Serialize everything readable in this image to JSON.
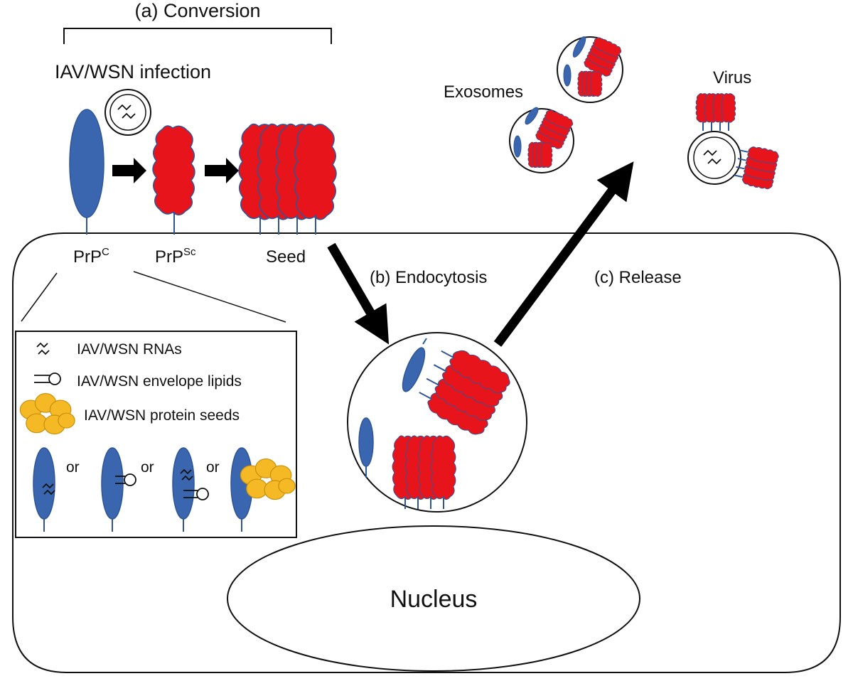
{
  "labels": {
    "conversion": "(a) Conversion",
    "infection": "IAV/WSN infection",
    "prpc": "PrP",
    "prpc_sup": "C",
    "prpsc": "PrP",
    "prpsc_sup": "Sc",
    "seed": "Seed",
    "endocytosis": "(b) Endocytosis",
    "release": "(c) Release",
    "exosomes": "Exosomes",
    "virus": "Virus",
    "nucleus": "Nucleus"
  },
  "legend": {
    "rnas": "IAV/WSN RNAs",
    "lipids": "IAV/WSN envelope lipids",
    "seeds": "IAV/WSN protein seeds",
    "or": "or"
  },
  "colors": {
    "prpc": "#3a66b0",
    "prpsc": "#e8141c",
    "outline": "#2f5597",
    "seeds": "#f5b925",
    "seeds_outline": "#c8900c"
  }
}
